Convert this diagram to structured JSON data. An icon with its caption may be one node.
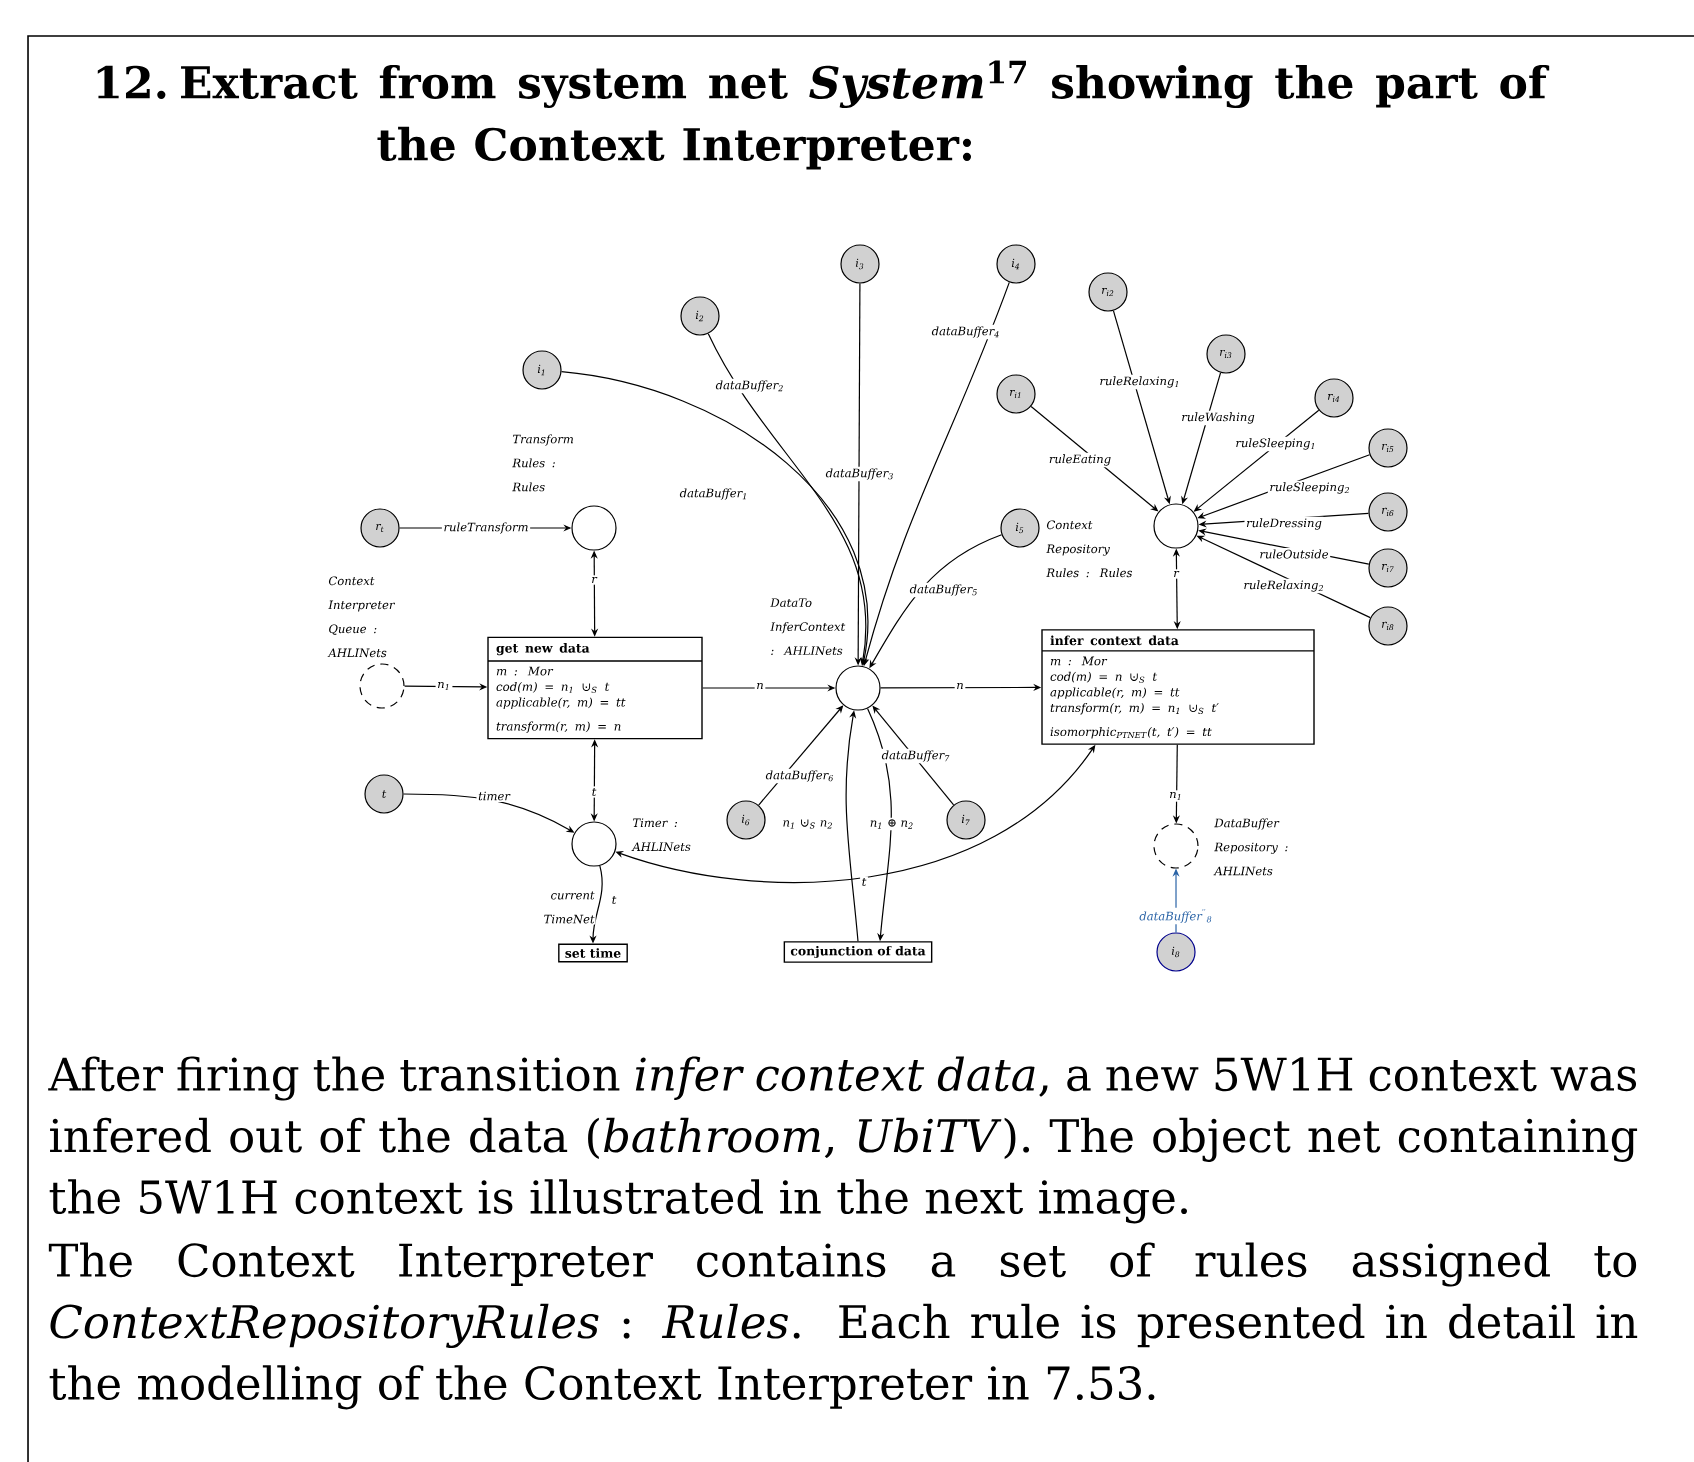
{
  "diagram": {
    "title": "12. Extract from system net *System*$^{17}$ showing the part of the Context Interpreter:",
    "nodes": [
      {
        "text": [
          "i$_{1}$"
        ]
      },
      {
        "text": [
          "i$_{2}$"
        ]
      },
      {
        "text": [
          "i$_{3}$"
        ]
      },
      {
        "text": [
          "i$_{4}$"
        ]
      },
      {
        "text": [
          "r$_{t}$"
        ]
      },
      {
        "text": [
          "Transform Rules : Rules"
        ]
      },
      {
        "text": [
          "Context Interpreter Queue : AHLINets"
        ]
      },
      {
        "text": [
          "get new data",
          "m : Mor",
          "cod(m) = n$_{1}$ ⊍$_{S}$ t",
          "applicable(r, m) = tt",
          "transform(r, m) = n"
        ]
      },
      {
        "text": [
          "DataTo InferContext : AHLINets"
        ]
      },
      {
        "text": [
          "i$_{5}$"
        ]
      },
      {
        "text": [
          "i$_{6}$"
        ]
      },
      {
        "text": [
          "i$_{7}$"
        ]
      },
      {
        "text": [
          "t"
        ]
      },
      {
        "text": [
          "Timer : AHLINets"
        ]
      },
      {
        "text": [
          "set time"
        ]
      },
      {
        "text": [
          "conjunction of data"
        ]
      },
      {
        "text": [
          "r$_{i1}$"
        ]
      },
      {
        "text": [
          "r$_{i2}$"
        ]
      },
      {
        "text": [
          "r$_{i3}$"
        ]
      },
      {
        "text": [
          "r$_{i4}$"
        ]
      },
      {
        "text": [
          "r$_{i5}$"
        ]
      },
      {
        "text": [
          "r$_{i6}$"
        ]
      },
      {
        "text": [
          "r$_{i7}$"
        ]
      },
      {
        "text": [
          "r$_{i8}$"
        ]
      },
      {
        "text": [
          "Context Repository Rules : Rules"
        ]
      },
      {
        "text": [
          "infer context data",
          "m : Mor",
          "cod(m) = n ⊍$_{S}$ t",
          "applicable(r, m) = tt",
          "transform(r, m) = n$_{1}$ ⊍$_{S}$ t′",
          "isomorphic$_{PTNET}$(t, t′) = tt"
        ]
      },
      {
        "text": [
          "DataBuffer Repository : AHLINets"
        ]
      },
      {
        "text": [
          "i$_{8}$"
        ]
      }
    ],
    "edges": [
      {
        "from": 4,
        "to": 5,
        "arrow": "to",
        "label": "ruleTransform"
      },
      {
        "from": 5,
        "to": 7,
        "arrow": "both",
        "label": "r"
      },
      {
        "from": 6,
        "to": 7,
        "arrow": "to",
        "label": "n$_{1}$"
      },
      {
        "from": 7,
        "to": 8,
        "arrow": "to",
        "label": "n"
      },
      {
        "from": 0,
        "to": 8,
        "arrow": "to",
        "label": "dataBuffer$_{1}$"
      },
      {
        "from": 1,
        "to": 8,
        "arrow": "to",
        "label": "dataBuffer$_{2}$"
      },
      {
        "from": 2,
        "to": 8,
        "arrow": "to",
        "label": "dataBuffer$_{3}$"
      },
      {
        "from": 3,
        "to": 8,
        "arrow": "to",
        "label": "dataBuffer$_{4}$"
      },
      {
        "from": 9,
        "to": 8,
        "arrow": "to",
        "label": "dataBuffer$_{5}$"
      },
      {
        "from": 10,
        "to": 8,
        "arrow": "to",
        "label": "dataBuffer$_{6}$"
      },
      {
        "from": 11,
        "to": 8,
        "arrow": "to",
        "label": "dataBuffer$_{7}$"
      },
      {
        "from": 8,
        "to": 25,
        "arrow": "to",
        "label": "n"
      },
      {
        "from": 24,
        "to": 25,
        "arrow": "both",
        "label": "r"
      },
      {
        "from": 16,
        "to": 24,
        "arrow": "to",
        "label": "ruleEating"
      },
      {
        "from": 17,
        "to": 24,
        "arrow": "to",
        "label": "ruleRelaxing$_{1}$"
      },
      {
        "from": 18,
        "to": 24,
        "arrow": "to",
        "label": "ruleWashing"
      },
      {
        "from": 19,
        "to": 24,
        "arrow": "to",
        "label": "ruleSleeping$_{1}$"
      },
      {
        "from": 20,
        "to": 24,
        "arrow": "to",
        "label": "ruleSleeping$_{2}$"
      },
      {
        "from": 21,
        "to": 24,
        "arrow": "to",
        "label": "ruleDressing"
      },
      {
        "from": 22,
        "to": 24,
        "arrow": "to",
        "label": "ruleOutside"
      },
      {
        "from": 23,
        "to": 24,
        "arrow": "to",
        "label": "ruleRelaxing$_{2}$"
      },
      {
        "from": 7,
        "to": 13,
        "arrow": "both",
        "label": "t"
      },
      {
        "from": 12,
        "to": 13,
        "arrow": "to",
        "label": "timer"
      },
      {
        "from": 13,
        "to": 14,
        "arrow": "to",
        "label": "t"
      },
      {
        "from": 25,
        "to": 13,
        "arrow": "both",
        "label": "t"
      },
      {
        "from": 15,
        "to": 8,
        "arrow": "to",
        "label": "n$_{1}$ ⊍$_{S}$ n$_{2}$"
      },
      {
        "from": 8,
        "to": 15,
        "arrow": "to",
        "label": "n$_{1}$ ⊕ n$_{2}$"
      },
      {
        "from": 25,
        "to": 26,
        "arrow": "to",
        "label": "n$_{1}$"
      },
      {
        "from": 27,
        "to": 26,
        "arrow": "to",
        "label": "dataBuffer$^{′′}$$_{8}$",
        "color": "#2a63a6"
      }
    ],
    "labels": [
      "current TimeNet",
      "After firing the transition *infer context data*, a new 5W1H context was infered out of the data (*bathroom*, *UbiTV*). The object net containing the 5W1H context is illustrated in the next image.",
      "The Context Interpreter contains a set of rules assigned to *ContextRepositoryRules* : *Rules*. Each rule is presented in detail in the modelling of the Context Interpreter in 7.53."
    ]
  }
}
